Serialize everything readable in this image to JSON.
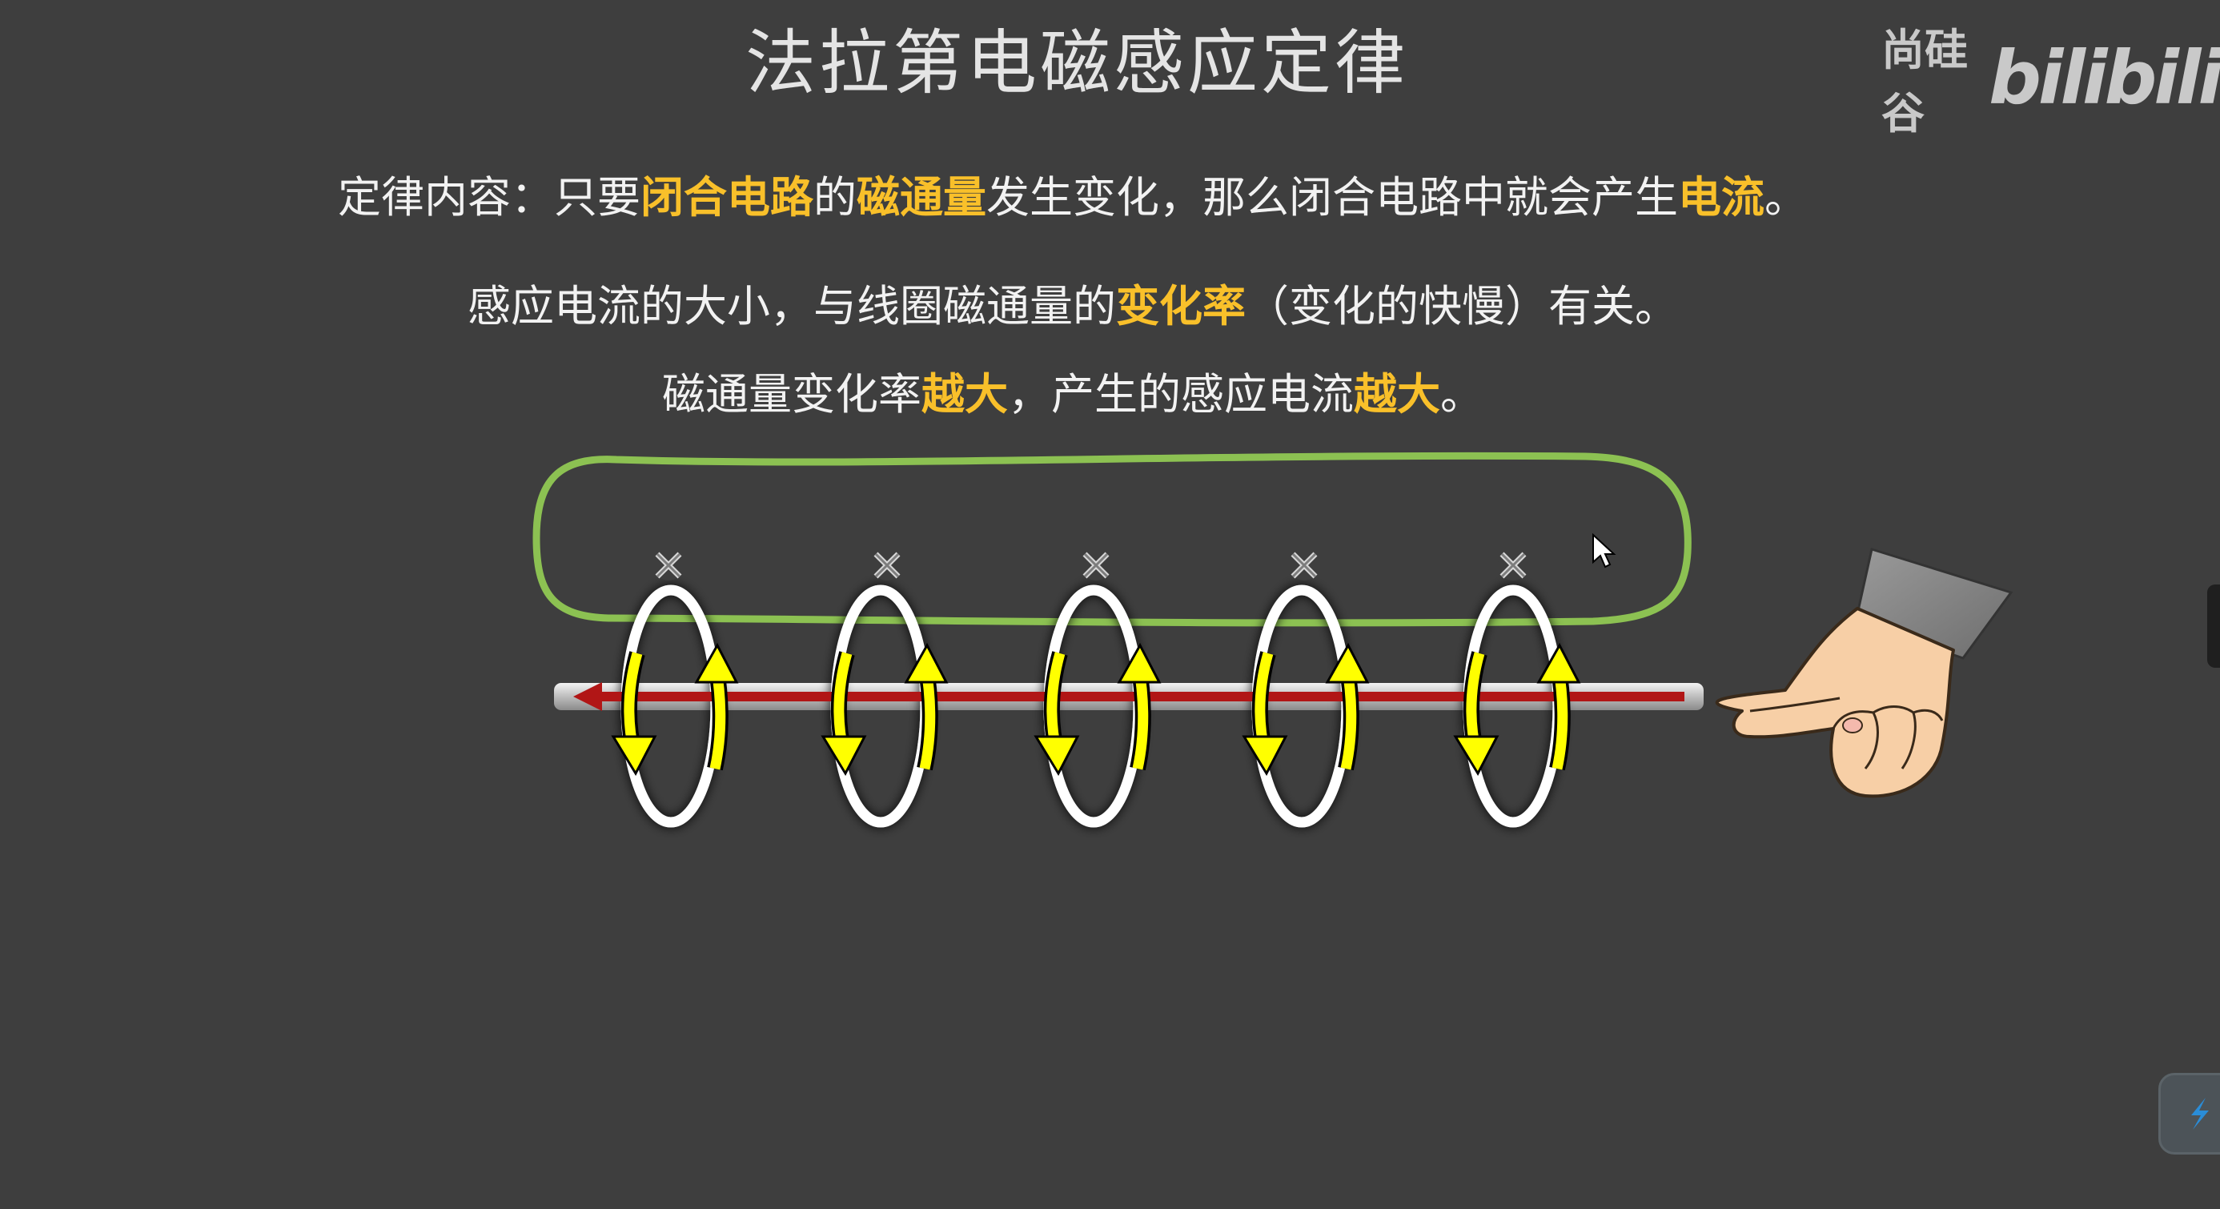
{
  "slide": {
    "title": "法拉第电磁感应定律",
    "watermark": {
      "text": "尚硅谷",
      "logo": "bilibili"
    },
    "line1": {
      "a": "定律内容：只要",
      "b": "闭合电路",
      "c": "的",
      "d": "磁通量",
      "e": "发生变化，那么闭合电路中就会产生",
      "f": "电流",
      "g": "。"
    },
    "line2": {
      "a": "感应电流的大小，与线圈磁通量的",
      "b": "变化率",
      "c": "（变化的快慢）有关。"
    },
    "line3": {
      "a": "磁通量变化率",
      "b": "越大",
      "c": "，产生的感应电流",
      "d": "越大",
      "e": "。"
    }
  },
  "diagram": {
    "coil_count": 5,
    "field_marker": "×",
    "icons": [
      "cross-icon",
      "hand-pointer-icon",
      "cursor-arrow-icon",
      "pen-tool-icon"
    ]
  },
  "colors": {
    "background": "#3e3e3e",
    "highlight": "#f9c02a",
    "loop": "#8cc152",
    "arrow_yellow": "#ffff00",
    "wire_red": "#b11616",
    "text": "#f2f2f2"
  }
}
